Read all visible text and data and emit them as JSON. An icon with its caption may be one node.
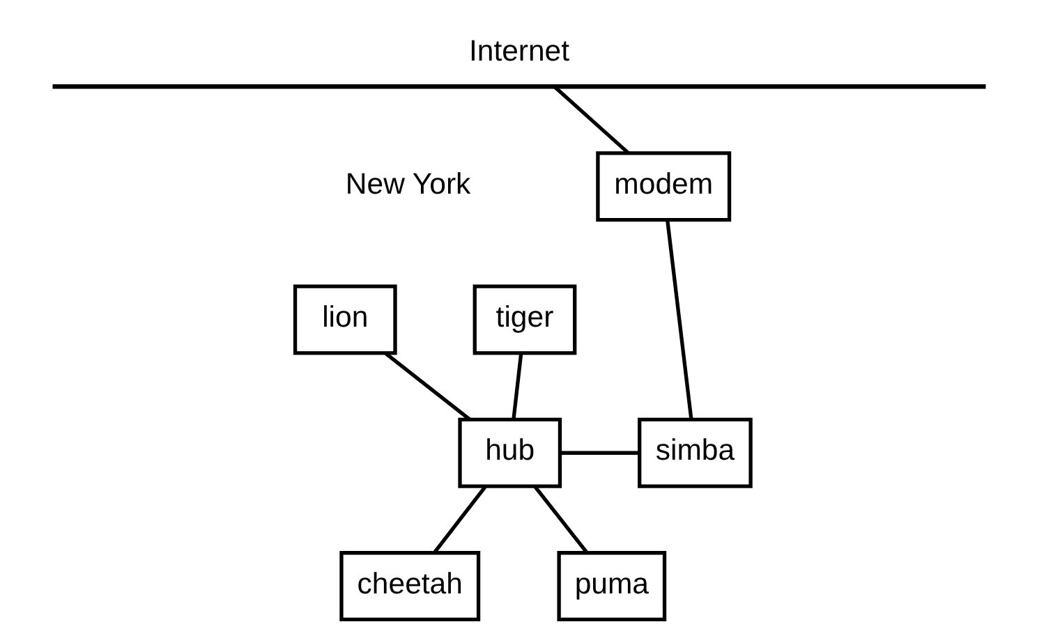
{
  "diagram": {
    "nodes": [
      {
        "text": [
          "Internet"
        ]
      },
      {
        "text": [
          "modem"
        ]
      },
      {
        "text": [
          "lion"
        ]
      },
      {
        "text": [
          "tiger"
        ]
      },
      {
        "text": [
          "hub"
        ]
      },
      {
        "text": [
          "simba"
        ]
      },
      {
        "text": [
          "cheetah"
        ]
      },
      {
        "text": [
          "puma"
        ]
      }
    ],
    "edges": [
      {
        "from": 0,
        "to": 1,
        "arrow": "none"
      },
      {
        "from": 1,
        "to": 5,
        "arrow": "none"
      },
      {
        "from": 2,
        "to": 4,
        "arrow": "none"
      },
      {
        "from": 3,
        "to": 4,
        "arrow": "none"
      },
      {
        "from": 4,
        "to": 5,
        "arrow": "none"
      },
      {
        "from": 4,
        "to": 6,
        "arrow": "none"
      },
      {
        "from": 4,
        "to": 7,
        "arrow": "none"
      }
    ],
    "labels": [
      "New York"
    ]
  }
}
